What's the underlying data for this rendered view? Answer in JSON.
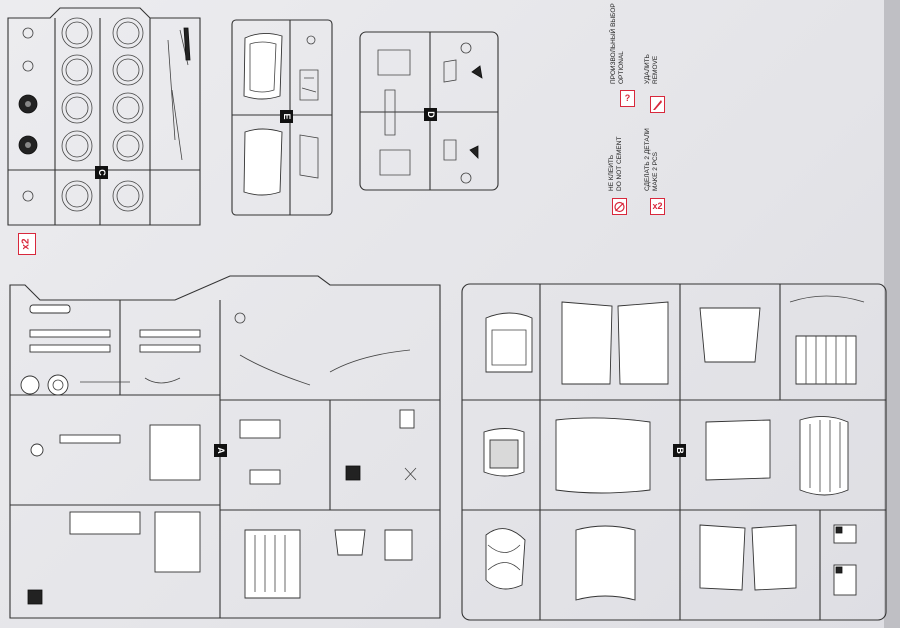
{
  "sprues": {
    "C": {
      "letter": "C"
    },
    "E": {
      "letter": "E"
    },
    "D": {
      "letter": "D"
    },
    "A": {
      "letter": "A"
    },
    "B": {
      "letter": "B"
    }
  },
  "quantity_badge": {
    "text": "x2"
  },
  "legend": {
    "optional": {
      "line1": "ПРОИЗВОЛЬНЫЙ ВЫБОР",
      "line2": "OPTIONAL",
      "icon": "?"
    },
    "remove": {
      "line1": "УДАЛИТЬ",
      "line2": "REMOVE",
      "icon": "knife-icon"
    },
    "do_not_cement": {
      "line1": "НЕ КЛЕИТЬ",
      "line2": "DO NOT CEMENT",
      "icon": "no-glue-icon"
    },
    "make_2": {
      "line1": "СДЕЛАТЬ 2 ДЕТАЛИ",
      "line2": "MAKE 2 PCS",
      "icon": "x2"
    }
  },
  "colors": {
    "accent": "#d8283c",
    "ink": "#333333",
    "paper": "#e9e9ec"
  }
}
